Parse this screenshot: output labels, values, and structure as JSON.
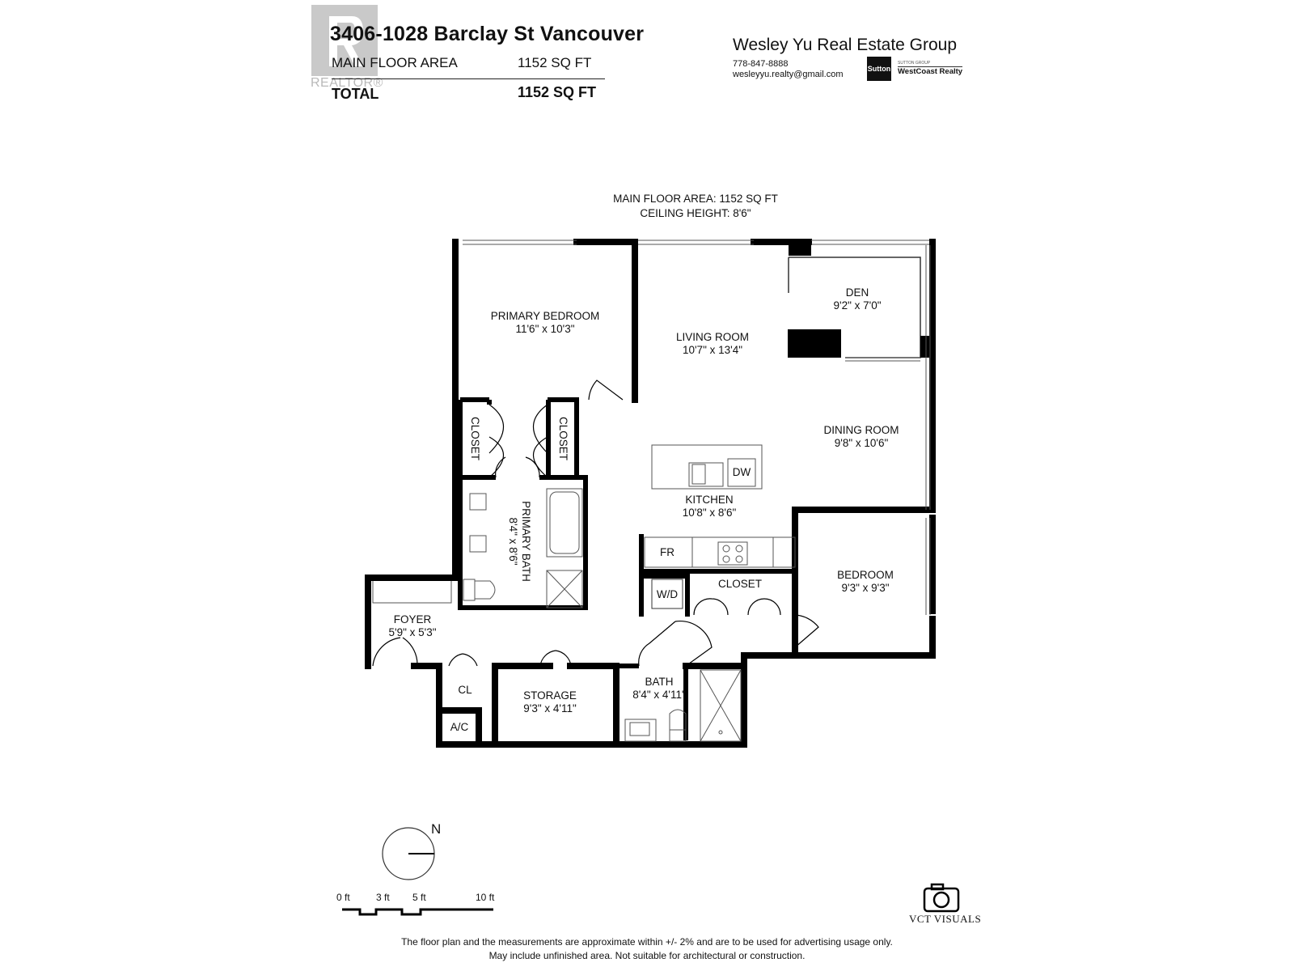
{
  "header": {
    "address": "3406-1028 Barclay St Vancouver",
    "main_floor_label": "MAIN FLOOR AREA",
    "main_floor_value": "1152 SQ FT",
    "total_label": "TOTAL",
    "total_value": "1152 SQ FT",
    "realtor_watermark": "REALTOR®"
  },
  "agent": {
    "name": "Wesley Yu Real Estate Group",
    "phone": "778-847-8888",
    "email": "wesleyyu.realty@gmail.com",
    "logo_left": "Sutton",
    "logo_small": "SUTTON GROUP",
    "logo_right": "WestCoast Realty"
  },
  "plan_header": {
    "line1": "MAIN FLOOR AREA: 1152 SQ FT",
    "line2": "CEILING HEIGHT: 8'6\""
  },
  "rooms": {
    "primary_bedroom": {
      "name": "PRIMARY BEDROOM",
      "dims": "11'6\" x 10'3\""
    },
    "living_room": {
      "name": "LIVING ROOM",
      "dims": "10'7\" x 13'4\""
    },
    "den": {
      "name": "DEN",
      "dims": "9'2\" x 7'0\""
    },
    "dining_room": {
      "name": "DINING ROOM",
      "dims": "9'8\" x 10'6\""
    },
    "kitchen": {
      "name": "KITCHEN",
      "dims": "10'8\" x 8'6\""
    },
    "primary_bath": {
      "name": "PRIMARY BATH",
      "dims": "8'4\" x 8'6\""
    },
    "bedroom": {
      "name": "BEDROOM",
      "dims": "9'3\" x 9'3\""
    },
    "foyer": {
      "name": "FOYER",
      "dims": "5'9\" x 5'3\""
    },
    "storage": {
      "name": "STORAGE",
      "dims": "9'3\" x 4'11\""
    },
    "bath": {
      "name": "BATH",
      "dims": "8'4\" x 4'11\""
    },
    "closet_left": "CLOSET",
    "closet_right": "CLOSET",
    "closet_mid": "CLOSET",
    "cl": "CL",
    "ac": "A/C",
    "dw": "DW",
    "fr": "FR",
    "wd": "W/D"
  },
  "compass": {
    "label": "N"
  },
  "scale": {
    "labels": [
      "0 ft",
      "3 ft",
      "5 ft",
      "10 ft"
    ]
  },
  "brand": {
    "name": "VCT VISUALS"
  },
  "disclaimer": {
    "line1": "The floor plan and the measurements are approximate within +/- 2% and are to be used for advertising usage only.",
    "line2": "May include unfinished area. Not suitable for architectural or construction."
  }
}
